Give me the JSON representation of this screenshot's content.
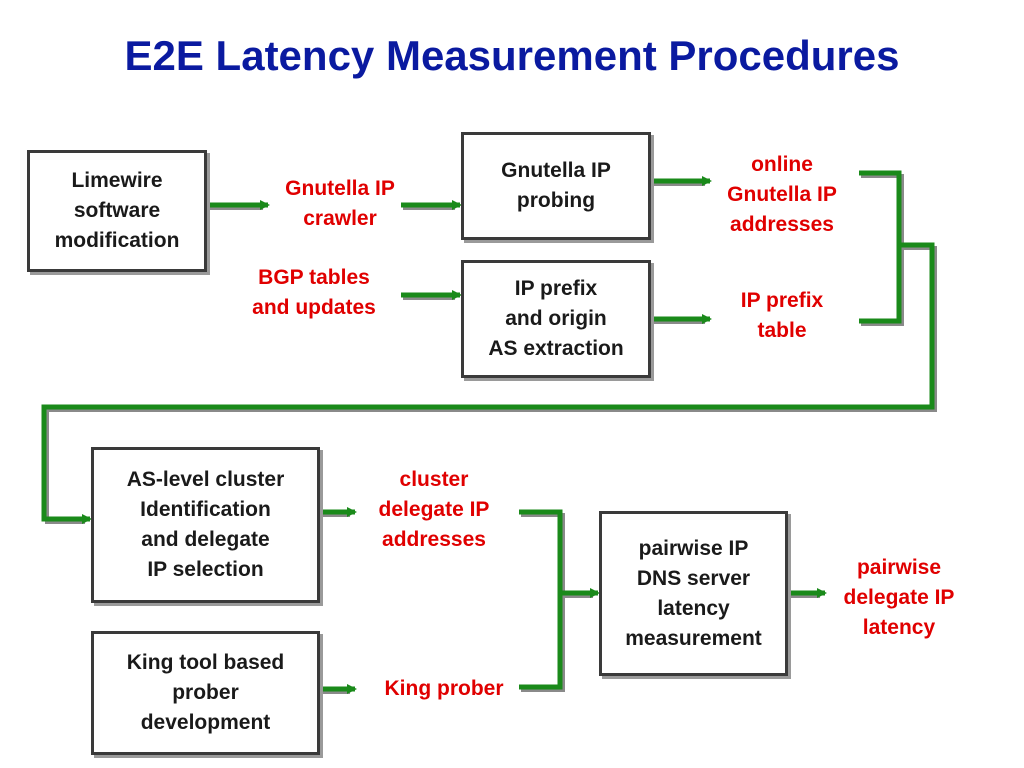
{
  "title": "E2E Latency Measurement Procedures",
  "colors": {
    "title": "#0a1aa0",
    "output_label": "#e00000",
    "connector": "#1a8a1a",
    "box_border": "#3a3a3a"
  },
  "boxes": {
    "limewire": "Limewire\nsoftware\nmodification",
    "gnutella_probing": "Gnutella IP\nprobing",
    "prefix_extraction": "IP prefix\nand origin\nAS extraction",
    "cluster_identification": "AS-level cluster\nIdentification\nand delegate\nIP selection",
    "king_development": "King tool based\nprober\ndevelopment",
    "latency_measurement": "pairwise IP\nDNS server\nlatency\nmeasurement"
  },
  "labels": {
    "crawler": "Gnutella IP\ncrawler",
    "bgp": "BGP tables\nand updates",
    "online_addresses": "online\nGnutella IP\naddresses",
    "prefix_table": "IP prefix\ntable",
    "cluster_delegates": "cluster\ndelegate IP\naddresses",
    "king_prober": "King prober",
    "pairwise_latency": "pairwise\ndelegate IP\nlatency"
  }
}
